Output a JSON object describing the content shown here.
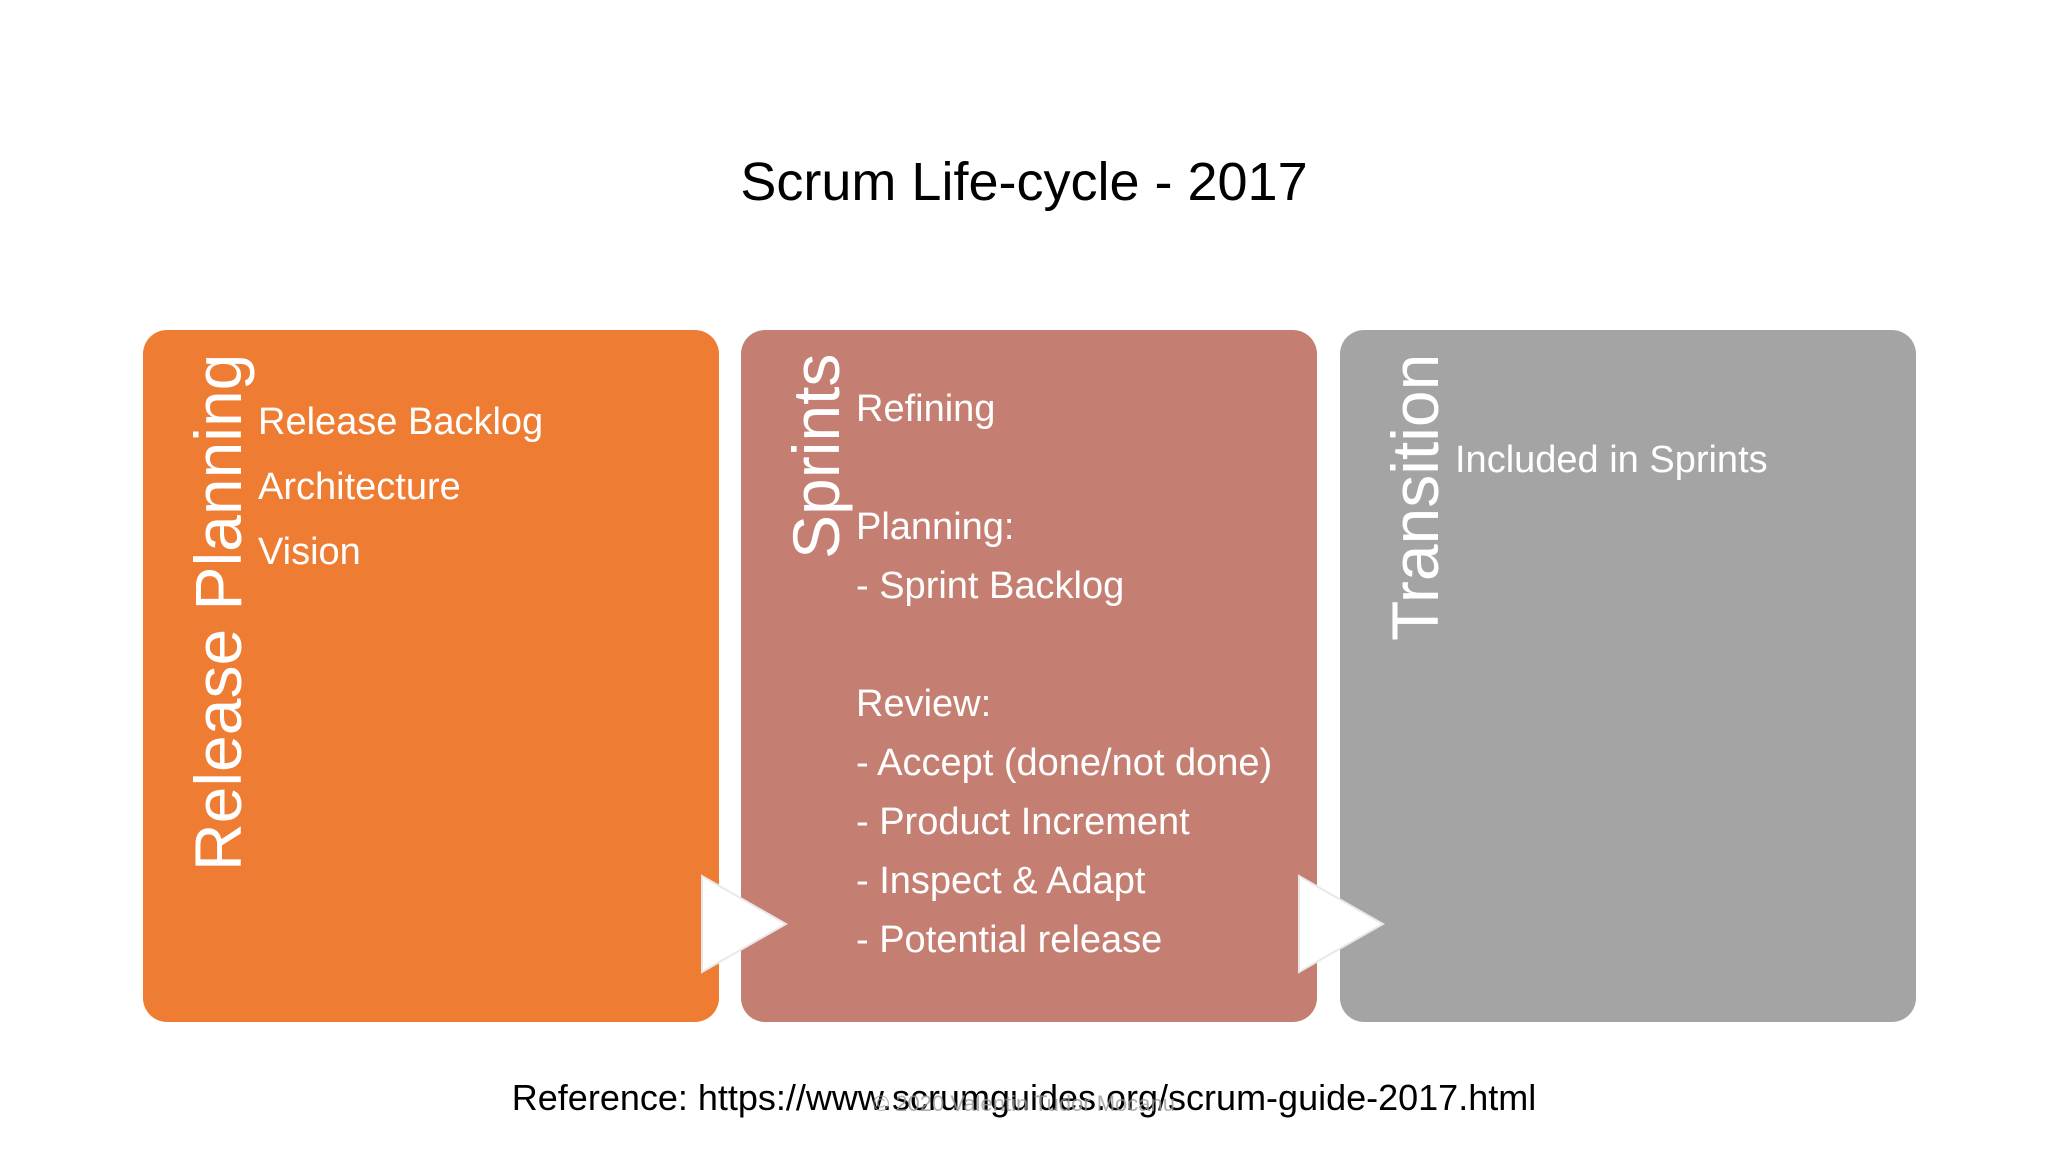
{
  "slide": {
    "title": "Scrum Life-cycle - 2017",
    "reference": "Reference: https://www.scrumguides.org/scrum-guide-2017.html",
    "watermark": "© 2020 Valentin Tudor Mocanu"
  },
  "panels": [
    {
      "label": "Release Planning",
      "color": "#EE7D33",
      "items": [
        "Release Backlog",
        "Architecture",
        "Vision"
      ]
    },
    {
      "label": "Sprints",
      "color": "#C57F72",
      "items": [
        "Refining",
        "",
        "Planning:",
        "- Sprint Backlog",
        "",
        "Review:",
        "- Accept (done/not done)",
        "- Product Increment",
        "- Inspect & Adapt",
        "- Potential release"
      ]
    },
    {
      "label": "Transition",
      "color": "#A5A4A5",
      "items": [
        "Included in Sprints"
      ]
    }
  ],
  "arrow_color": "#FFFFFF"
}
